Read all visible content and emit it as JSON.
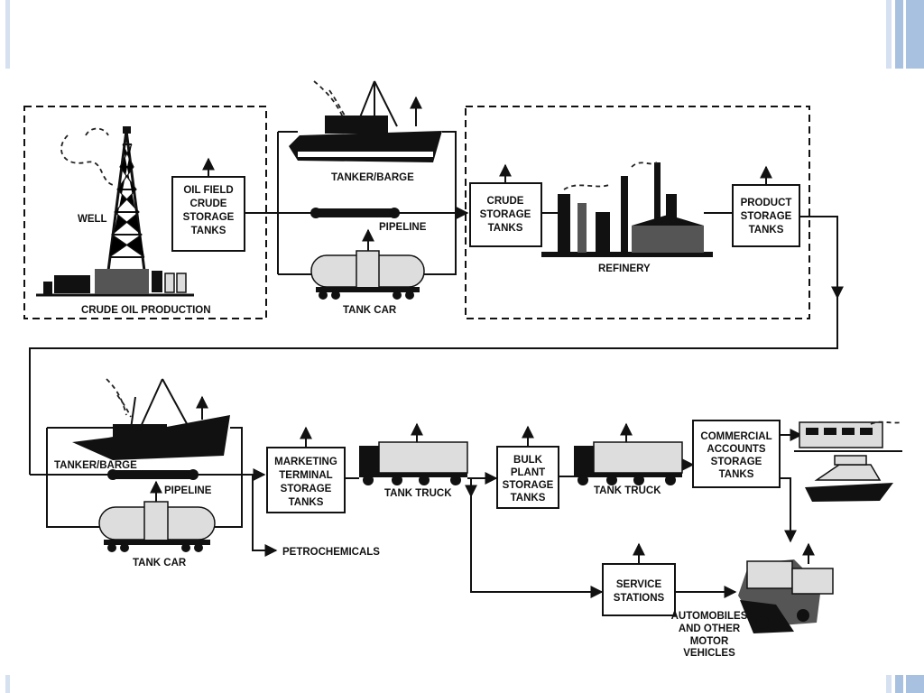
{
  "slide": {
    "accent_color": "#a9c1e0",
    "accent_light": "#d5e1f0"
  },
  "areas": {
    "crude_oil_production": "CRUDE OIL PRODUCTION"
  },
  "labels": {
    "well": "WELL",
    "tanker_barge_top": "TANKER/BARGE",
    "pipeline_top": "PIPELINE",
    "tank_car_top": "TANK CAR",
    "refinery": "REFINERY",
    "tanker_barge_bottom": "TANKER/BARGE",
    "pipeline_bottom": "PIPELINE",
    "tank_car_bottom": "TANK CAR",
    "tank_truck_1": "TANK TRUCK",
    "tank_truck_2": "TANK TRUCK",
    "petrochemicals": "PETROCHEMICALS",
    "automobiles": [
      "AUTOMOBILES",
      "AND OTHER",
      "MOTOR",
      "VEHICLES"
    ]
  },
  "boxes": {
    "oil_field": [
      "OIL FIELD",
      "CRUDE",
      "STORAGE",
      "TANKS"
    ],
    "crude_storage": [
      "CRUDE",
      "STORAGE",
      "TANKS"
    ],
    "product_storage": [
      "PRODUCT",
      "STORAGE",
      "TANKS"
    ],
    "marketing_terminal": [
      "MARKETING",
      "TERMINAL",
      "STORAGE",
      "TANKS"
    ],
    "bulk_plant": [
      "BULK",
      "PLANT",
      "STORAGE",
      "TANKS"
    ],
    "commercial_accounts": [
      "COMMERCIAL",
      "ACCOUNTS",
      "STORAGE",
      "TANKS"
    ],
    "service_stations": [
      "SERVICE",
      "STATIONS"
    ]
  }
}
